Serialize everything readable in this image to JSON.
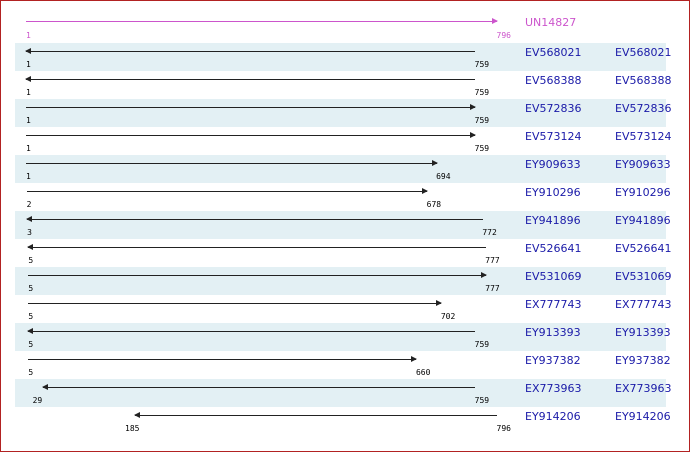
{
  "reference": {
    "id": "UN14827",
    "start": "1",
    "end": "796",
    "color": "#cc55cc"
  },
  "alignments": [
    {
      "id": "EV568021",
      "id2": "EV568021",
      "start": "1",
      "end": "759",
      "direction": "left"
    },
    {
      "id": "EV568388",
      "id2": "EV568388",
      "start": "1",
      "end": "759",
      "direction": "left"
    },
    {
      "id": "EV572836",
      "id2": "EV572836",
      "start": "1",
      "end": "759",
      "direction": "right"
    },
    {
      "id": "EV573124",
      "id2": "EV573124",
      "start": "1",
      "end": "759",
      "direction": "right"
    },
    {
      "id": "EY909633",
      "id2": "EY909633",
      "start": "1",
      "end": "694",
      "direction": "right"
    },
    {
      "id": "EY910296",
      "id2": "EY910296",
      "start": "2",
      "end": "678",
      "direction": "right"
    },
    {
      "id": "EY941896",
      "id2": "EY941896",
      "start": "3",
      "end": "772",
      "direction": "left"
    },
    {
      "id": "EV526641",
      "id2": "EV526641",
      "start": "5",
      "end": "777",
      "direction": "left"
    },
    {
      "id": "EV531069",
      "id2": "EV531069",
      "start": "5",
      "end": "777",
      "direction": "right"
    },
    {
      "id": "EX777743",
      "id2": "EX777743",
      "start": "5",
      "end": "702",
      "direction": "right"
    },
    {
      "id": "EY913393",
      "id2": "EY913393",
      "start": "5",
      "end": "759",
      "direction": "left"
    },
    {
      "id": "EY937382",
      "id2": "EY937382",
      "start": "5",
      "end": "660",
      "direction": "right"
    },
    {
      "id": "EX773963",
      "id2": "EX773963",
      "start": "29",
      "end": "759",
      "direction": "left"
    },
    {
      "id": "EY914206",
      "id2": "EY914206",
      "start": "185",
      "end": "796",
      "direction": "left"
    }
  ],
  "colors": {
    "frame_border": "#b22222",
    "row_alt_bg": "#e3f0f4",
    "link": "#1a1aa8",
    "line": "#222222"
  }
}
